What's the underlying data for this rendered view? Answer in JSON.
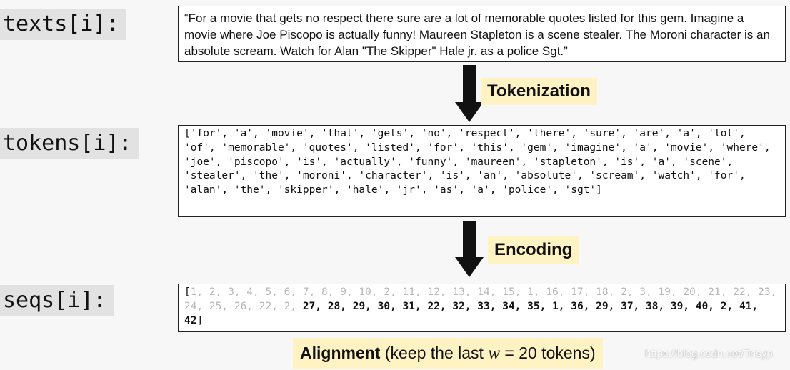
{
  "labels": {
    "texts": "texts[i]:",
    "tokens": "tokens[i]:",
    "seqs": "seqs[i]:"
  },
  "text_box": "“For a movie that gets no respect there sure are a lot of memorable quotes listed for this gem. Imagine a movie where Joe Piscopo is actually funny! Maureen Stapleton is a scene stealer. The Moroni character is an absolute scream. Watch for Alan \"The Skipper\" Hale jr. as a police Sgt.”",
  "tokens_box": "['for', 'a', 'movie', 'that', 'gets', 'no', 'respect', 'there', 'sure', 'are', 'a', 'lot', 'of', 'memorable', 'quotes', 'listed', 'for', 'this', 'gem', 'imagine', 'a', 'movie', 'where', 'joe', 'piscopo', 'is', 'actually', 'funny', 'maureen', 'stapleton', 'is', 'a', 'scene', 'stealer', 'the', 'moroni', 'character', 'is', 'an', 'absolute', 'scream', 'watch', 'for', 'alan', 'the', 'skipper', 'hale', 'jr', 'as', 'a', 'police', 'sgt']",
  "seqs": {
    "open": "[",
    "dim": "1, 2, 3, 4, 5, 6, 7, 8, 9, 10, 2, 11, 12, 13, 14, 15, 1, 16, 17, 18, 2, 3, 19, 20, 21, 22, 23, 24, 25, 26, 22, 2, ",
    "bold": "27, 28, 29, 30, 31, 22, 32, 33, 34, 35, 1, 36, 29, 37, 38, 39, 40, 2, 41, 42",
    "close": "]"
  },
  "steps": {
    "tokenization": "Tokenization",
    "encoding": "Encoding"
  },
  "alignment": {
    "bold": "Alignment",
    "pre": " (keep the last ",
    "var": "w",
    "eq": " = 20",
    "post": " tokens)"
  },
  "watermark": "https://blog.csdn.net/Trisyp",
  "colors": {
    "highlight": "#fff3c4",
    "label_bg": "#e2e2e2",
    "dim_text": "#b8b8b8"
  }
}
